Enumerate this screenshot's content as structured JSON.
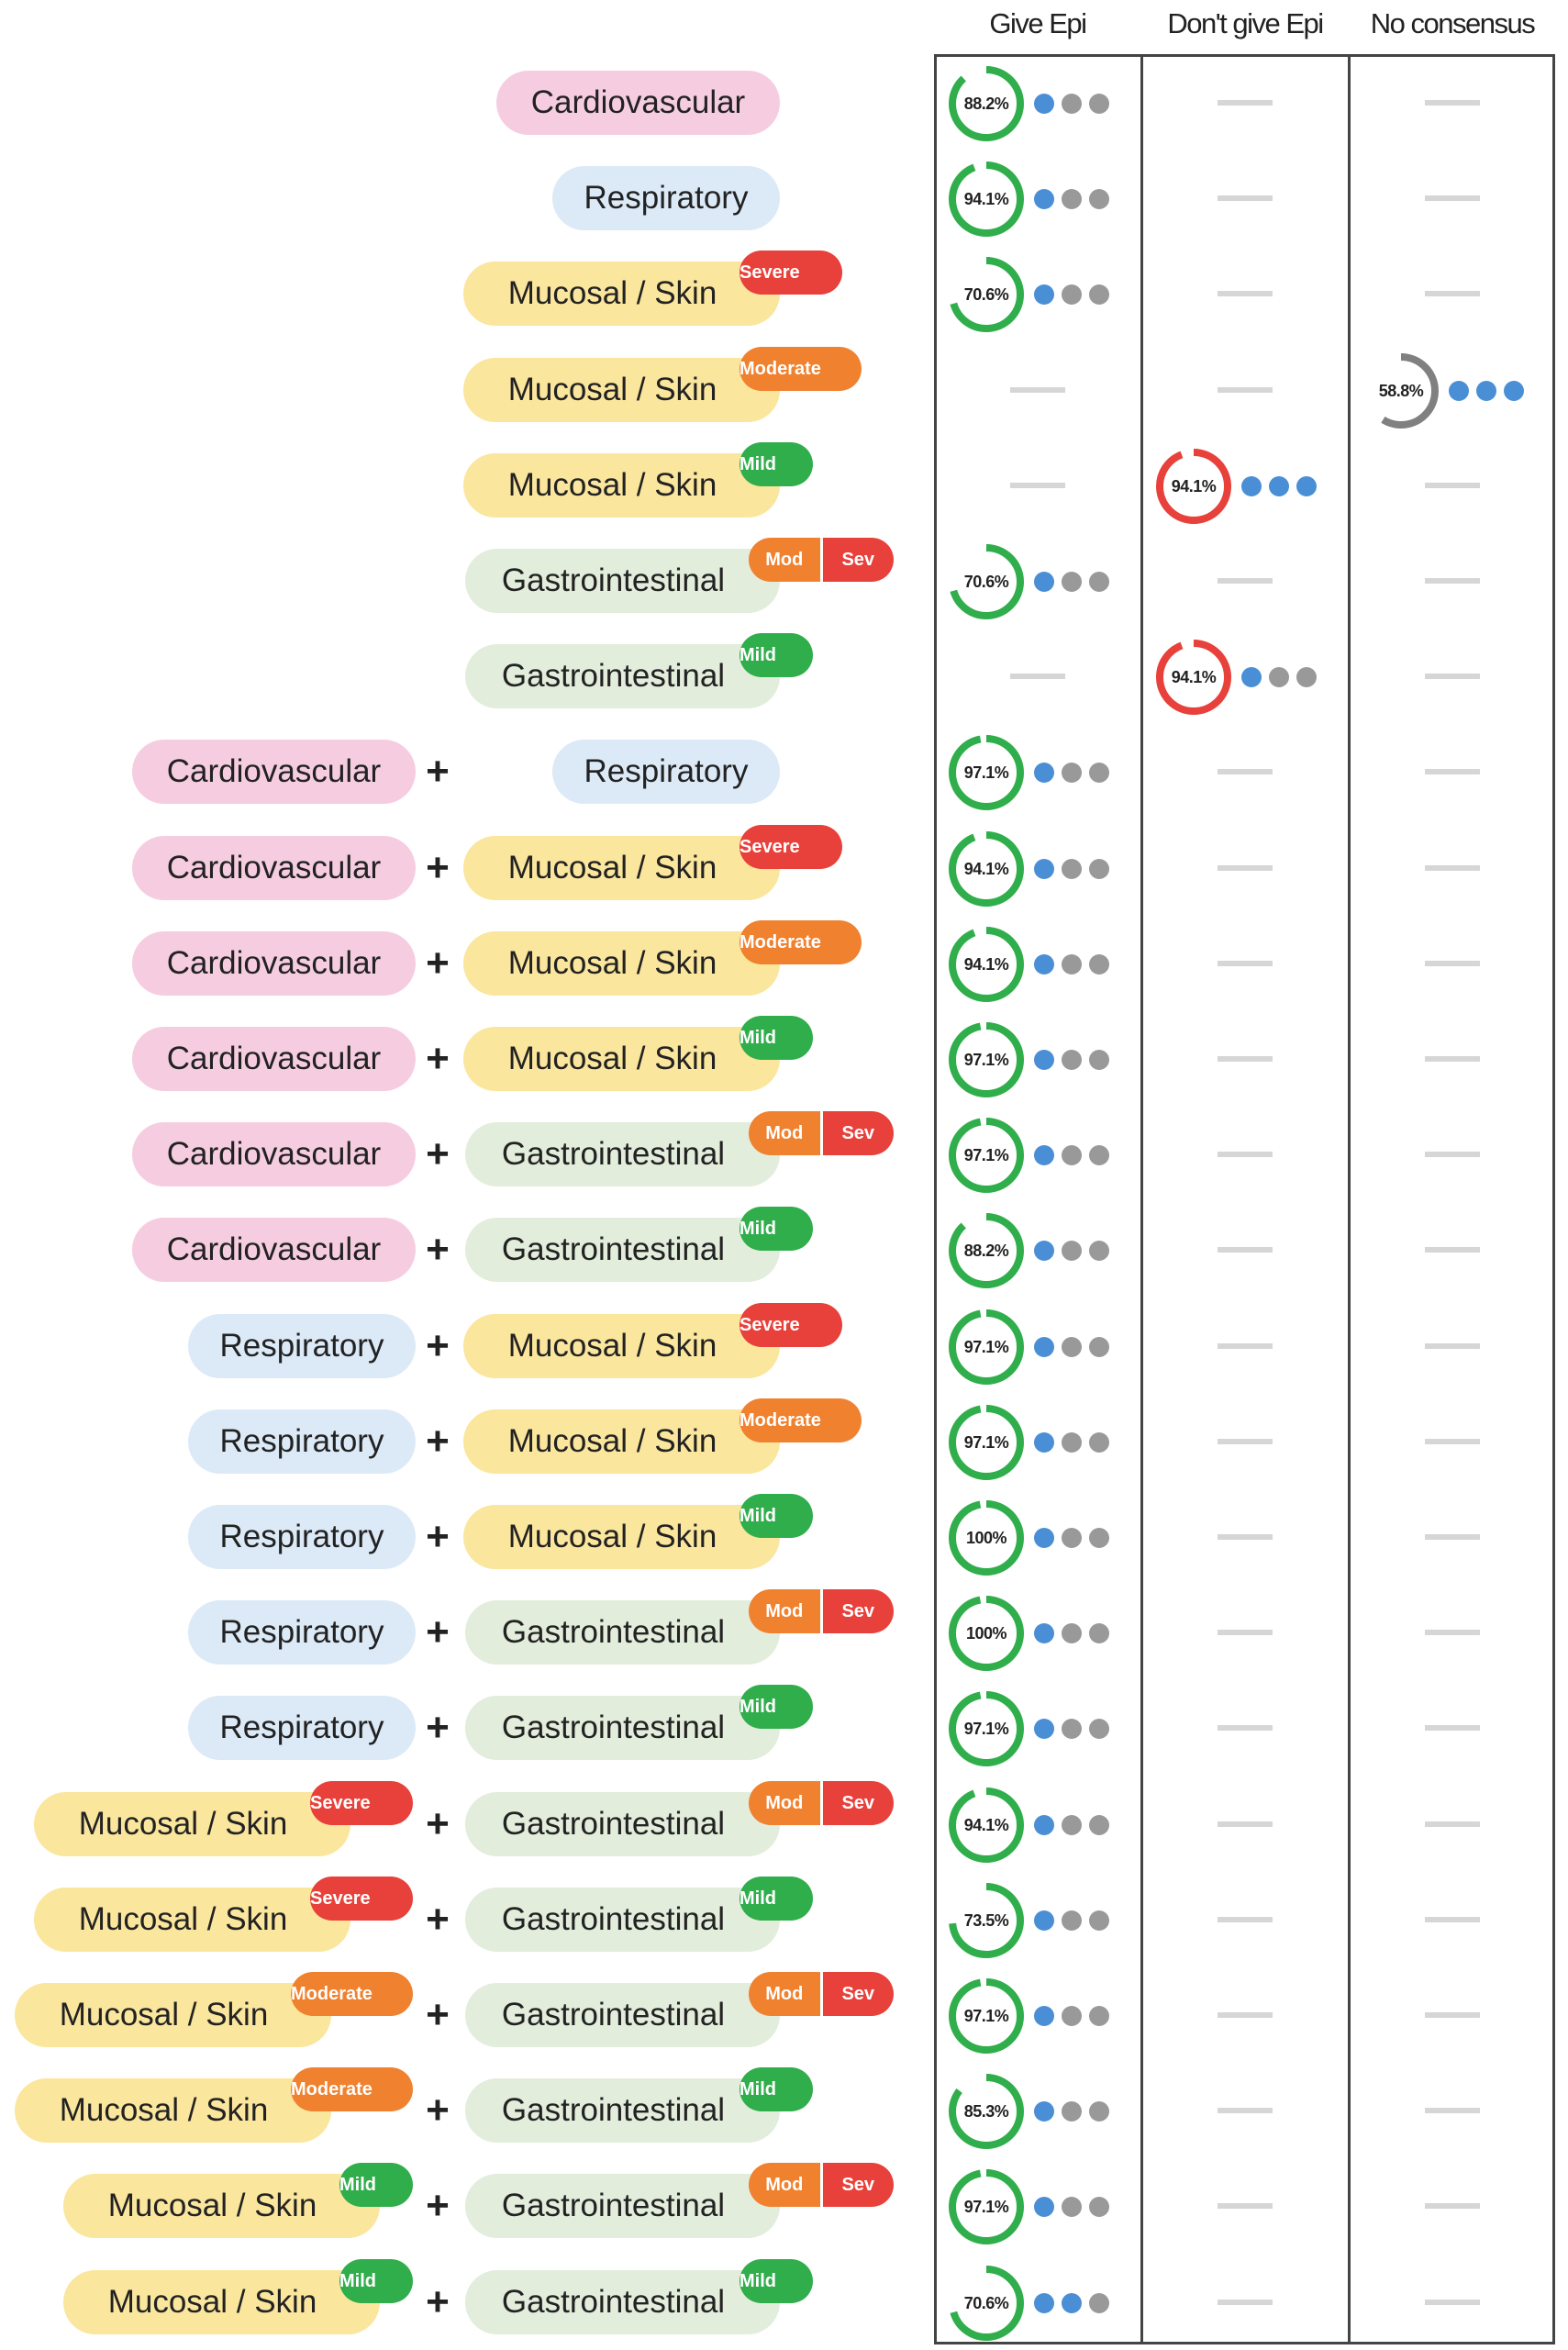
{
  "columns": [
    "Give Epi",
    "Don't give Epi",
    "No consensus"
  ],
  "colors": {
    "cardiovascular": "#f6cde0",
    "respiratory": "#dceaf7",
    "mucosal": "#fbe69d",
    "gastrointestinal": "#e3eddc",
    "severe": "#e8403a",
    "moderate": "#f0812f",
    "mild": "#30ae4b",
    "give": "#30ae4b",
    "dont": "#e8403a",
    "none": "#808080",
    "dot_on": "#4a8fd6",
    "dot_off": "#999999"
  },
  "badge_labels": {
    "severe": "Severe",
    "moderate": "Moderate",
    "mild": "Mild",
    "mod": "Mod",
    "sev": "Sev"
  },
  "category_labels": {
    "cardiovascular": "Cardiovascular",
    "respiratory": "Respiratory",
    "mucosal": "Mucosal / Skin",
    "gastrointestinal": "Gastrointestinal"
  },
  "plus": "+",
  "chart_data": {
    "type": "table",
    "columns": [
      "Give Epi",
      "Don't give Epi",
      "No consensus"
    ],
    "rows": [
      {
        "items": [
          [
            "cardiovascular",
            null
          ]
        ],
        "column": 0,
        "pct": "88.2%",
        "value": 88.2,
        "blue_dots": 1
      },
      {
        "items": [
          [
            "respiratory",
            null
          ]
        ],
        "column": 0,
        "pct": "94.1%",
        "value": 94.1,
        "blue_dots": 1
      },
      {
        "items": [
          [
            "mucosal",
            "severe"
          ]
        ],
        "column": 0,
        "pct": "70.6%",
        "value": 70.6,
        "blue_dots": 1
      },
      {
        "items": [
          [
            "mucosal",
            "moderate"
          ]
        ],
        "column": 2,
        "pct": "58.8%",
        "value": 58.8,
        "blue_dots": 3
      },
      {
        "items": [
          [
            "mucosal",
            "mild"
          ]
        ],
        "column": 1,
        "pct": "94.1%",
        "value": 94.1,
        "blue_dots": 3
      },
      {
        "items": [
          [
            "gastrointestinal",
            "modsev"
          ]
        ],
        "column": 0,
        "pct": "70.6%",
        "value": 70.6,
        "blue_dots": 1
      },
      {
        "items": [
          [
            "gastrointestinal",
            "mild"
          ]
        ],
        "column": 1,
        "pct": "94.1%",
        "value": 94.1,
        "blue_dots": 1
      },
      {
        "items": [
          [
            "cardiovascular",
            null
          ],
          [
            "respiratory",
            null
          ]
        ],
        "column": 0,
        "pct": "97.1%",
        "value": 97.1,
        "blue_dots": 1
      },
      {
        "items": [
          [
            "cardiovascular",
            null
          ],
          [
            "mucosal",
            "severe"
          ]
        ],
        "column": 0,
        "pct": "94.1%",
        "value": 94.1,
        "blue_dots": 1
      },
      {
        "items": [
          [
            "cardiovascular",
            null
          ],
          [
            "mucosal",
            "moderate"
          ]
        ],
        "column": 0,
        "pct": "94.1%",
        "value": 94.1,
        "blue_dots": 1
      },
      {
        "items": [
          [
            "cardiovascular",
            null
          ],
          [
            "mucosal",
            "mild"
          ]
        ],
        "column": 0,
        "pct": "97.1%",
        "value": 97.1,
        "blue_dots": 1
      },
      {
        "items": [
          [
            "cardiovascular",
            null
          ],
          [
            "gastrointestinal",
            "modsev"
          ]
        ],
        "column": 0,
        "pct": "97.1%",
        "value": 97.1,
        "blue_dots": 1
      },
      {
        "items": [
          [
            "cardiovascular",
            null
          ],
          [
            "gastrointestinal",
            "mild"
          ]
        ],
        "column": 0,
        "pct": "88.2%",
        "value": 88.2,
        "blue_dots": 1
      },
      {
        "items": [
          [
            "respiratory",
            null
          ],
          [
            "mucosal",
            "severe"
          ]
        ],
        "column": 0,
        "pct": "97.1%",
        "value": 97.1,
        "blue_dots": 1
      },
      {
        "items": [
          [
            "respiratory",
            null
          ],
          [
            "mucosal",
            "moderate"
          ]
        ],
        "column": 0,
        "pct": "97.1%",
        "value": 97.1,
        "blue_dots": 1
      },
      {
        "items": [
          [
            "respiratory",
            null
          ],
          [
            "mucosal",
            "mild"
          ]
        ],
        "column": 0,
        "pct": "100%",
        "value": 100,
        "blue_dots": 1
      },
      {
        "items": [
          [
            "respiratory",
            null
          ],
          [
            "gastrointestinal",
            "modsev"
          ]
        ],
        "column": 0,
        "pct": "100%",
        "value": 100,
        "blue_dots": 1
      },
      {
        "items": [
          [
            "respiratory",
            null
          ],
          [
            "gastrointestinal",
            "mild"
          ]
        ],
        "column": 0,
        "pct": "97.1%",
        "value": 97.1,
        "blue_dots": 1
      },
      {
        "items": [
          [
            "mucosal",
            "severe"
          ],
          [
            "gastrointestinal",
            "modsev"
          ]
        ],
        "column": 0,
        "pct": "94.1%",
        "value": 94.1,
        "blue_dots": 1
      },
      {
        "items": [
          [
            "mucosal",
            "severe"
          ],
          [
            "gastrointestinal",
            "mild"
          ]
        ],
        "column": 0,
        "pct": "73.5%",
        "value": 73.5,
        "blue_dots": 1
      },
      {
        "items": [
          [
            "mucosal",
            "moderate"
          ],
          [
            "gastrointestinal",
            "modsev"
          ]
        ],
        "column": 0,
        "pct": "97.1%",
        "value": 97.1,
        "blue_dots": 1
      },
      {
        "items": [
          [
            "mucosal",
            "moderate"
          ],
          [
            "gastrointestinal",
            "mild"
          ]
        ],
        "column": 0,
        "pct": "85.3%",
        "value": 85.3,
        "blue_dots": 1
      },
      {
        "items": [
          [
            "mucosal",
            "mild"
          ],
          [
            "gastrointestinal",
            "modsev"
          ]
        ],
        "column": 0,
        "pct": "97.1%",
        "value": 97.1,
        "blue_dots": 1
      },
      {
        "items": [
          [
            "mucosal",
            "mild"
          ],
          [
            "gastrointestinal",
            "mild"
          ]
        ],
        "column": 0,
        "pct": "70.6%",
        "value": 70.6,
        "blue_dots": 2
      }
    ]
  }
}
